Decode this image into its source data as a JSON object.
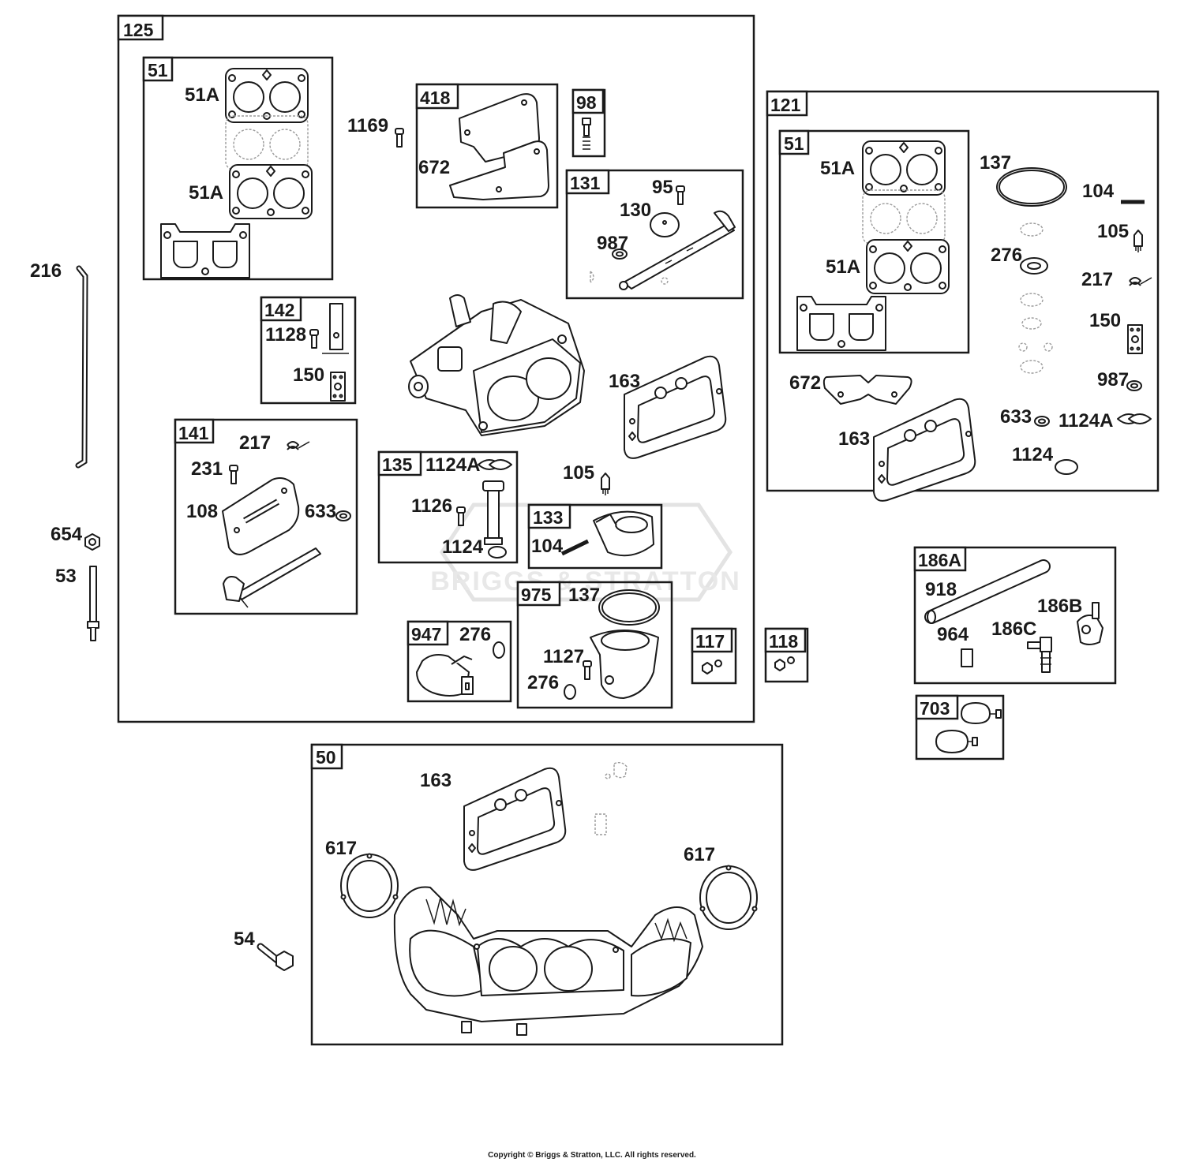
{
  "watermark": "BRIGGS & STRATTON",
  "copyright": "Copyright © Briggs & Stratton, LLC. All rights reserved.",
  "groups": {
    "g125": "125",
    "g51a": "51",
    "g418": "418",
    "g98": "98",
    "g131": "131",
    "g142": "142",
    "g141": "141",
    "g135": "135",
    "g133": "133",
    "g975": "975",
    "g947": "947",
    "g117": "117",
    "g118": "118",
    "g121": "121",
    "g51b": "51",
    "g186A": "186A",
    "g703": "703",
    "g50": "50"
  },
  "callouts": {
    "c216": "216",
    "c654": "654",
    "c53": "53",
    "c54": "54",
    "c51A_1": "51A",
    "c51A_2": "51A",
    "c1169": "1169",
    "c672_1": "672",
    "c95": "95",
    "c130": "130",
    "c987_1": "987",
    "c1128": "1128",
    "c150_1": "150",
    "c163_1": "163",
    "c217_1": "217",
    "c231": "231",
    "c108": "108",
    "c633_1": "633",
    "c1124A_1": "1124A",
    "c1126": "1126",
    "c1124_1": "1124",
    "c105_1": "105",
    "c104_1": "104",
    "c137_1": "137",
    "c1127": "1127",
    "c276_1": "276",
    "c276_2": "276",
    "c51A_3": "51A",
    "c51A_4": "51A",
    "c137_2": "137",
    "c104_2": "104",
    "c105_2": "105",
    "c276_3": "276",
    "c217_2": "217",
    "c150_2": "150",
    "c987_2": "987",
    "c672_2": "672",
    "c633_2": "633",
    "c1124A_2": "1124A",
    "c163_2": "163",
    "c1124_2": "1124",
    "c918": "918",
    "c186B": "186B",
    "c964": "964",
    "c186C": "186C",
    "c163_3": "163",
    "c617_1": "617",
    "c617_2": "617"
  }
}
